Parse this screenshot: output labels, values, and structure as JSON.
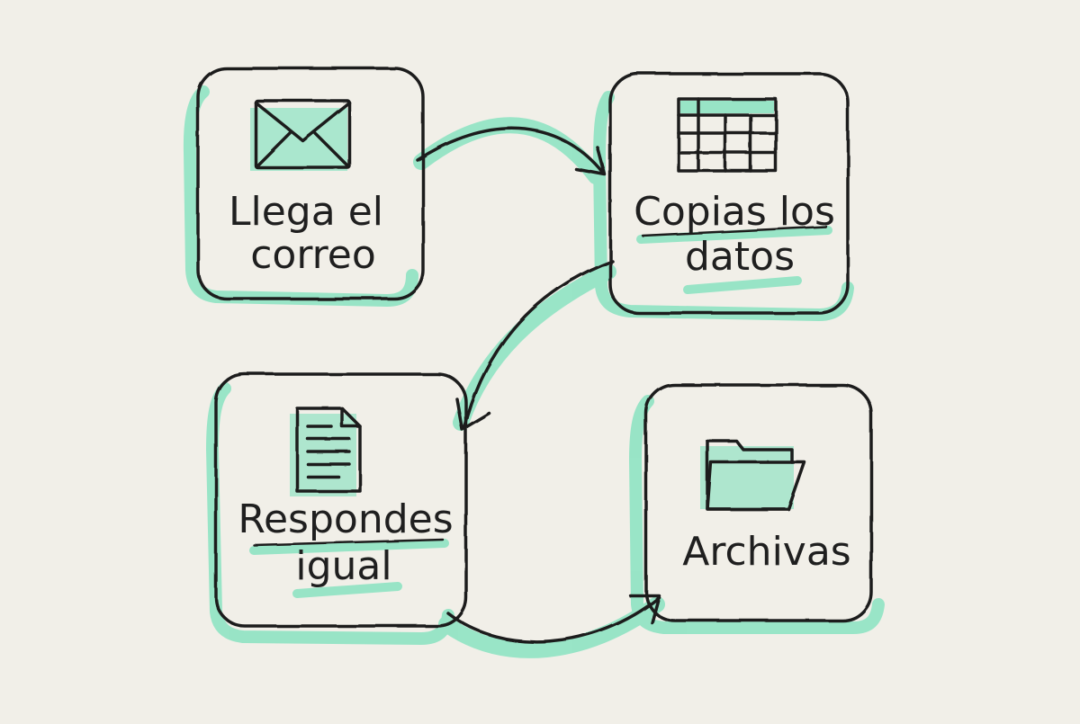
{
  "colors": {
    "paper": "#f1efe8",
    "ink": "#1f1f1f",
    "highlight": "#8fe3c3"
  },
  "steps": [
    {
      "icon": "envelope-icon",
      "line1": "Llega el",
      "line2": "correo"
    },
    {
      "icon": "spreadsheet-icon",
      "line1": "Copias los",
      "line2": "datos"
    },
    {
      "icon": "document-icon",
      "line1": "Respondes",
      "line2": "igual"
    },
    {
      "icon": "folder-icon",
      "line1": "Archivas",
      "line2": ""
    }
  ]
}
